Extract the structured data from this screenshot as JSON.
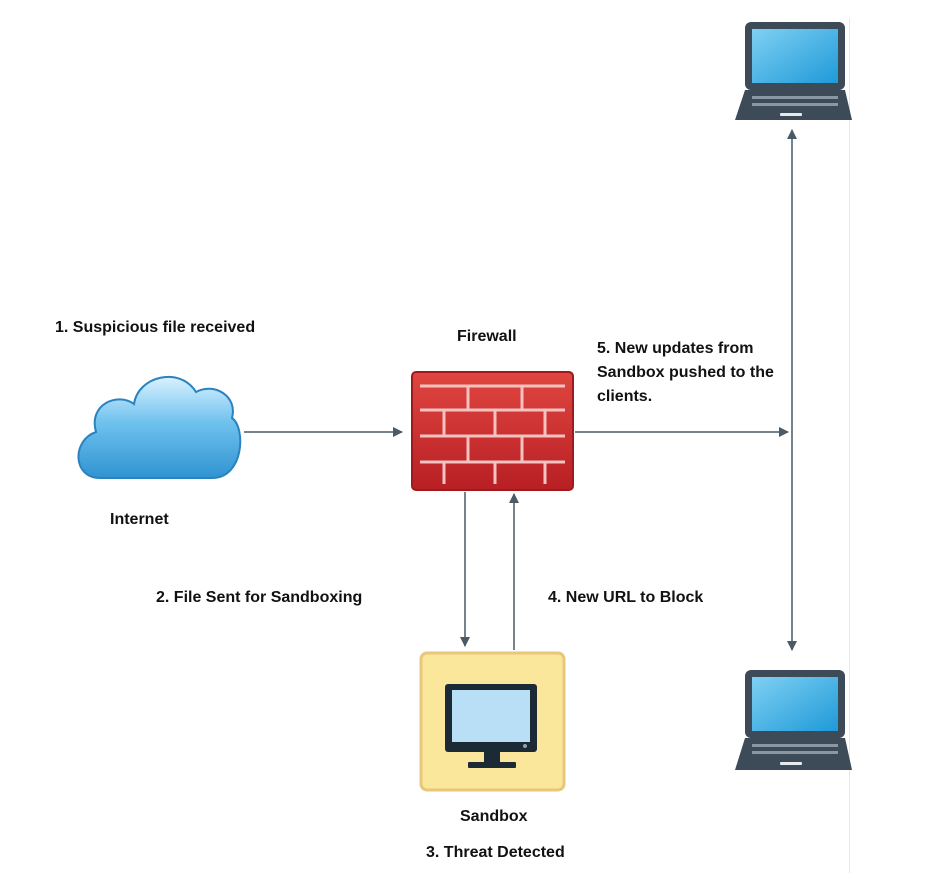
{
  "nodes": {
    "internet": "Internet",
    "firewall": "Firewall",
    "sandbox": "Sandbox"
  },
  "steps": {
    "step1": "1. Suspicious file received",
    "step2": "2. File Sent for Sandboxing",
    "step3": "3. Threat Detected",
    "step4": "4. New URL to Block",
    "step5": "5. New updates from Sandbox pushed to the clients."
  },
  "icons": {
    "internet": "cloud-icon",
    "firewall": "firewall-brick-wall-icon",
    "sandbox": "monitor-icon",
    "client_top": "laptop-icon",
    "client_bottom": "laptop-icon"
  },
  "colors": {
    "cloud": "#2f93d1",
    "firewall": "#c8262b",
    "sandbox_bg": "#fbe79b",
    "sandbox_border": "#e8c77a",
    "laptop_body": "#3d4b58",
    "laptop_screen": "#27a5e3",
    "arrows": "#4a5a66"
  }
}
